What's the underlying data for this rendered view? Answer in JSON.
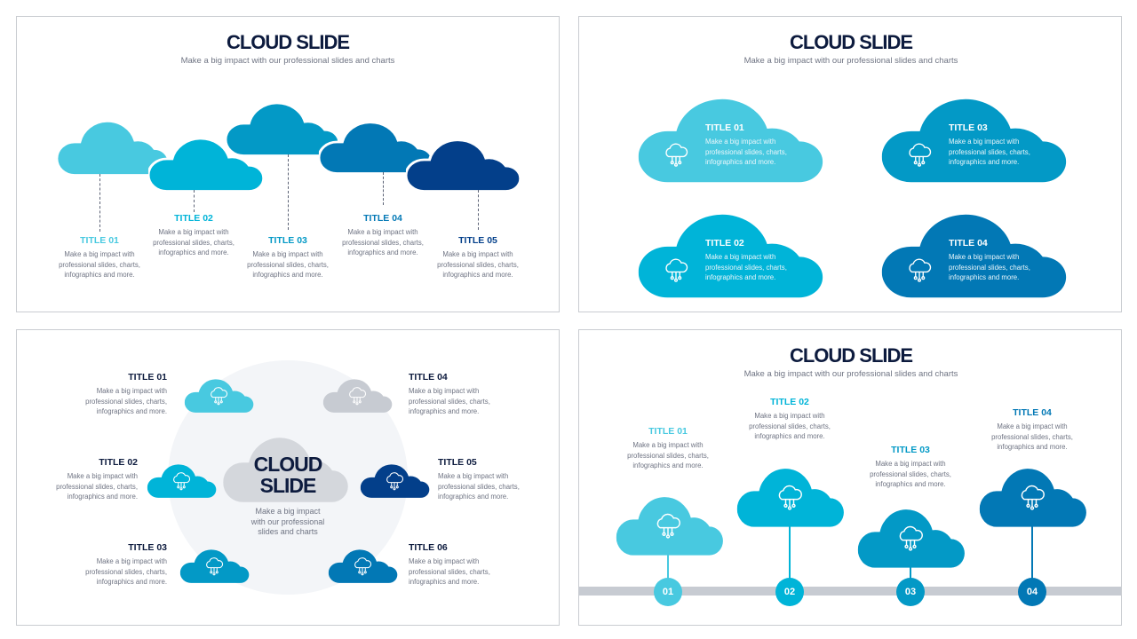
{
  "colors": {
    "c1": "#48c9e0",
    "c2": "#00b4d8",
    "c3": "#0399c6",
    "c4": "#0278b5",
    "c5": "#033f8a",
    "gray": "#c7cbd2",
    "dark": "#0d1b3e"
  },
  "slide1": {
    "title": "CLOUD SLIDE",
    "subtitle": "Make a big impact with our professional slides and charts",
    "items": [
      {
        "title": "TITLE 01",
        "desc": "Make a big impact with\nprofessional slides, charts,\ninfographics and more."
      },
      {
        "title": "TITLE 02",
        "desc": "Make a big impact with\nprofessional slides, charts,\ninfographics and more."
      },
      {
        "title": "TITLE 03",
        "desc": "Make a big impact with\nprofessional slides, charts,\ninfographics and more."
      },
      {
        "title": "TITLE 04",
        "desc": "Make a big impact with\nprofessional slides, charts,\ninfographics and more."
      },
      {
        "title": "TITLE 05",
        "desc": "Make a big impact with\nprofessional slides, charts,\ninfographics and more."
      }
    ]
  },
  "slide2": {
    "title": "CLOUD SLIDE",
    "subtitle": "Make a big impact with our professional slides and charts",
    "items": [
      {
        "title": "TITLE 01",
        "desc": "Make a big impact with\nprofessional slides, charts,\ninfographics and more.",
        "icon": "cloud-network-icon"
      },
      {
        "title": "TITLE 02",
        "desc": "Make a big impact with\nprofessional slides, charts,\ninfographics and more.",
        "icon": "cloud-circuit-icon"
      },
      {
        "title": "TITLE 03",
        "desc": "Make a big impact with\nprofessional slides, charts,\ninfographics and more.",
        "icon": "cloud-gear-icon"
      },
      {
        "title": "TITLE 04",
        "desc": "Make a big impact with\nprofessional slides, charts,\ninfographics and more.",
        "icon": "cloud-settings-icon"
      }
    ]
  },
  "slide3": {
    "title_line1": "CLOUD",
    "title_line2": "SLIDE",
    "subtitle": "Make a big impact\nwith our professional\nslides and charts",
    "items": [
      {
        "title": "TITLE 01",
        "desc": "Make a big impact with\nprofessional slides, charts,\ninfographics and more.",
        "icon": "laptop-server-icon"
      },
      {
        "title": "TITLE 02",
        "desc": "Make a big impact with\nprofessional slides, charts,\ninfographics and more.",
        "icon": "network-globe-icon"
      },
      {
        "title": "TITLE 03",
        "desc": "Make a big impact with\nprofessional slides, charts,\ninfographics and more.",
        "icon": "monitor-cloud-icon"
      },
      {
        "title": "TITLE 04",
        "desc": "Make a big impact with\nprofessional slides, charts,\ninfographics and more.",
        "icon": "globe-network-icon"
      },
      {
        "title": "TITLE 05",
        "desc": "Make a big impact with\nprofessional slides, charts,\ninfographics and more.",
        "icon": "laptop-upload-icon"
      },
      {
        "title": "TITLE 06",
        "desc": "Make a big impact with\nprofessional slides, charts,\ninfographics and more.",
        "icon": "globe-icon"
      }
    ]
  },
  "slide4": {
    "title": "CLOUD SLIDE",
    "subtitle": "Make a big impact with our professional slides and charts",
    "items": [
      {
        "num": "01",
        "title": "TITLE 01",
        "desc": "Make a big impact with\nprofessional slides, charts,\ninfographics and more.",
        "icon": "cloud-dots-icon"
      },
      {
        "num": "02",
        "title": "TITLE 02",
        "desc": "Make a big impact with\nprofessional slides, charts,\ninfographics and more.",
        "icon": "cloud-network-icon"
      },
      {
        "num": "03",
        "title": "TITLE 03",
        "desc": "Make a big impact with\nprofessional slides, charts,\ninfographics and more.",
        "icon": "tree-circuit-icon"
      },
      {
        "num": "04",
        "title": "TITLE 04",
        "desc": "Make a big impact with\nprofessional slides, charts,\ninfographics and more.",
        "icon": "cloud-database-icon"
      }
    ]
  }
}
